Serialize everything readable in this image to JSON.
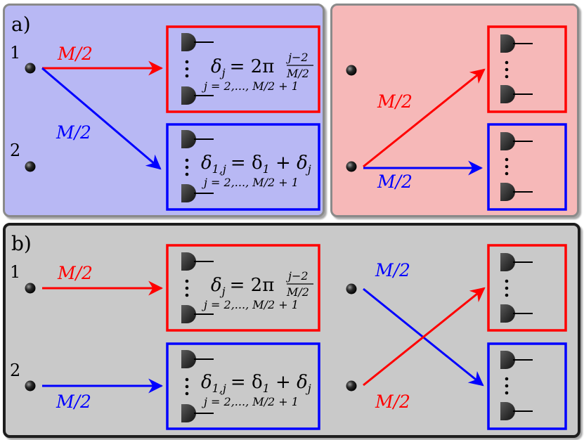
{
  "panel_a": {
    "label": "a)",
    "left": {
      "source1_label": "1",
      "source2_label": "2",
      "arrow_red_label": "M/2",
      "arrow_blue_label": "M/2",
      "red_box": {
        "formula": "δj = 2π (j−2)/(M/2)",
        "range": "j = 2,..., M/2 + 1",
        "formula_lhs": "δ",
        "formula_lhs_sub": "j",
        "formula_mid": "= 2π",
        "frac_num": "j−2",
        "frac_den": "M/2"
      },
      "blue_box": {
        "formula": "δ1,j = δ1 + δj",
        "range": "j = 2,..., M/2 + 1",
        "formula_lhs": "δ",
        "formula_lhs_sub": "1,j",
        "formula_mid": "= δ",
        "formula_mid_sub": "1",
        "formula_plus": " + δ",
        "formula_end_sub": "j"
      }
    },
    "right": {
      "arrow_red_label": "M/2",
      "arrow_blue_label": "M/2"
    }
  },
  "panel_b": {
    "label": "b)",
    "left": {
      "source1_label": "1",
      "source2_label": "2",
      "arrow_red_label": "M/2",
      "arrow_blue_label": "M/2",
      "red_box": {
        "range": "j = 2,..., M/2 + 1"
      },
      "blue_box": {
        "range": "j = 2,..., M/2 + 1"
      }
    },
    "right": {
      "arrow_blue_label": "M/2",
      "arrow_red_label": "M/2"
    }
  },
  "colors": {
    "red": "#ff0000",
    "blue": "#0000ff",
    "panel_a_left_bg": "#b8b8f4",
    "panel_a_right_bg": "#f6b8b8",
    "panel_b_bg": "#c9c9c9"
  },
  "icons": [
    "detector-icon",
    "source-dot-icon",
    "vertical-dots-icon"
  ]
}
